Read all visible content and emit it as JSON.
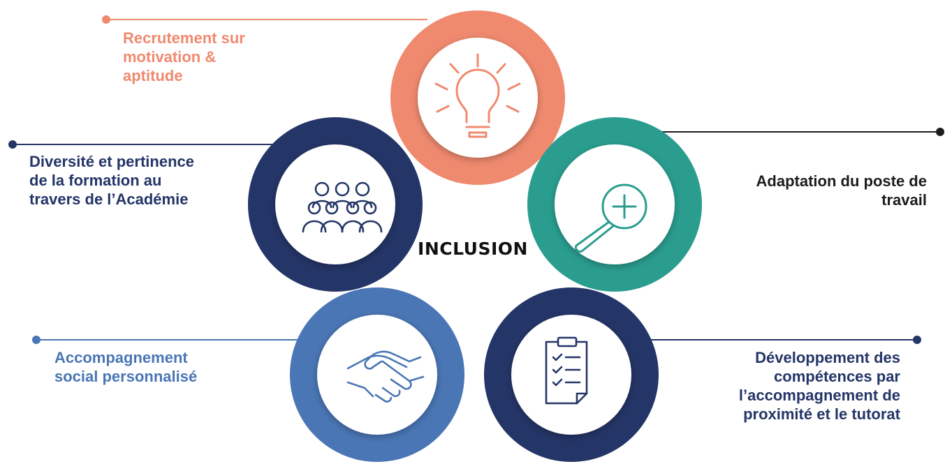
{
  "center_title": "INCLUSION",
  "pillars": [
    {
      "id": "recrutement",
      "lines": [
        "Recrutement sur",
        "motivation &",
        "aptitude"
      ],
      "color": "#ef8a6f",
      "icon": "lightbulb-icon"
    },
    {
      "id": "adaptation",
      "lines": [
        "Adaptation du poste de",
        "travail"
      ],
      "color": "#2a9d8f",
      "icon": "magnifier-plus-icon"
    },
    {
      "id": "developpement",
      "lines": [
        "Développement des",
        "compétences par",
        "l’accompagnement de",
        "proximité et le tutorat"
      ],
      "color": "#243567",
      "icon": "clipboard-checklist-icon"
    },
    {
      "id": "accompagnement",
      "lines": [
        "Accompagnement",
        "social personnalisé"
      ],
      "color": "#4a76b5",
      "icon": "handshake-icon"
    },
    {
      "id": "diversite",
      "lines": [
        "Diversité et pertinence",
        "de la formation au",
        "travers de l’Académie"
      ],
      "color": "#243567",
      "icon": "group-people-icon"
    }
  ],
  "label_colors": {
    "recrutement": "#ef8a6f",
    "adaptation": "#1c1c1c",
    "developpement": "#243567",
    "accompagnement": "#4a76b5",
    "diversite": "#243567"
  }
}
